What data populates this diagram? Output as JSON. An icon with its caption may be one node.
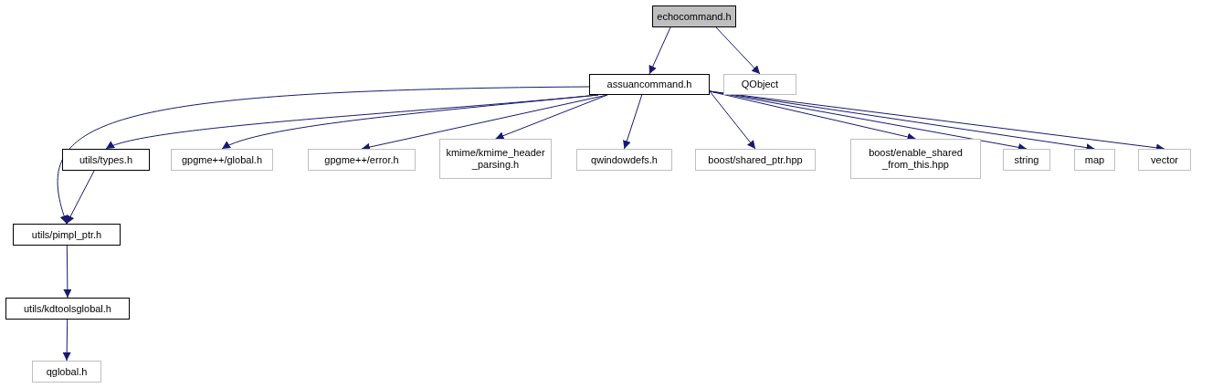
{
  "diagram": {
    "nodes": [
      {
        "text": [
          "echocommand.h"
        ]
      },
      {
        "text": [
          "assuancommand.h"
        ]
      },
      {
        "text": [
          "QObject"
        ]
      },
      {
        "text": [
          "utils/types.h"
        ]
      },
      {
        "text": [
          "gpgme++/global.h"
        ]
      },
      {
        "text": [
          "gpgme++/error.h"
        ]
      },
      {
        "text": [
          "kmime/kmime_header _parsing.h"
        ]
      },
      {
        "text": [
          "qwindowdefs.h"
        ]
      },
      {
        "text": [
          "boost/shared_ptr.hpp"
        ]
      },
      {
        "text": [
          "boost/enable_shared _from_this.hpp"
        ]
      },
      {
        "text": [
          "string"
        ]
      },
      {
        "text": [
          "map"
        ]
      },
      {
        "text": [
          "vector"
        ]
      },
      {
        "text": [
          "utils/pimpl_ptr.h"
        ]
      },
      {
        "text": [
          "utils/kdtoolsglobal.h"
        ]
      },
      {
        "text": [
          "qglobal.h"
        ]
      }
    ],
    "edges": [
      {
        "from": 0,
        "to": 1,
        "arrow": "to"
      },
      {
        "from": 0,
        "to": 2,
        "arrow": "to"
      },
      {
        "from": 1,
        "to": 13,
        "arrow": "to"
      },
      {
        "from": 1,
        "to": 3,
        "arrow": "to"
      },
      {
        "from": 1,
        "to": 4,
        "arrow": "to"
      },
      {
        "from": 1,
        "to": 5,
        "arrow": "to"
      },
      {
        "from": 1,
        "to": 6,
        "arrow": "to"
      },
      {
        "from": 1,
        "to": 7,
        "arrow": "to"
      },
      {
        "from": 1,
        "to": 8,
        "arrow": "to"
      },
      {
        "from": 1,
        "to": 9,
        "arrow": "to"
      },
      {
        "from": 1,
        "to": 10,
        "arrow": "to"
      },
      {
        "from": 1,
        "to": 11,
        "arrow": "to"
      },
      {
        "from": 1,
        "to": 12,
        "arrow": "to"
      },
      {
        "from": 3,
        "to": 13,
        "arrow": "to"
      },
      {
        "from": 13,
        "to": 14,
        "arrow": "to"
      },
      {
        "from": 14,
        "to": 15,
        "arrow": "to"
      }
    ]
  }
}
